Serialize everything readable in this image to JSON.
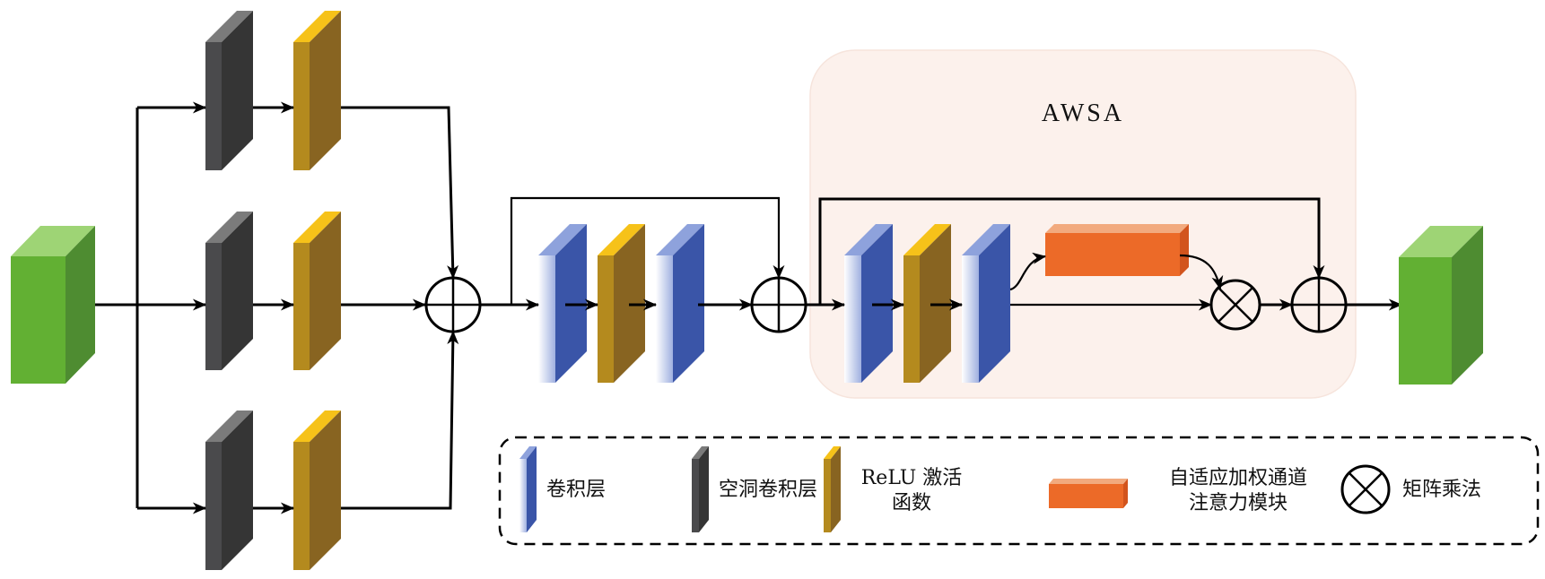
{
  "diagram": {
    "title": "AWSA",
    "colors": {
      "input_cube": "#62b033",
      "dilated_conv": "#3a3a3a",
      "relu": "#b48a1e",
      "conv": "#3a55a8",
      "attention": "#ec6a28",
      "awsa_background": "#fcf1ec"
    },
    "nodes": {
      "input": "input-feature-map",
      "branches": [
        "dilated-conv + relu (top)",
        "dilated-conv + relu (middle)",
        "dilated-conv + relu (bottom)"
      ],
      "sum1": "element-wise-sum",
      "residual_block": [
        "conv",
        "relu",
        "conv"
      ],
      "sum2": "element-wise-sum",
      "awsa_block": [
        "conv",
        "relu",
        "conv",
        "adaptive-weighted-channel-attention",
        "matrix-multiplication",
        "element-wise-sum"
      ],
      "output": "output-feature-map"
    }
  },
  "legend": {
    "items": [
      {
        "icon": "conv-layer-icon",
        "label": "卷积层"
      },
      {
        "icon": "dilated-conv-layer-icon",
        "label": "空洞卷积层"
      },
      {
        "icon": "relu-icon",
        "label_line1": "ReLU 激活",
        "label_line2": "函数"
      },
      {
        "icon": "attention-module-icon",
        "label_line1": "自适应加权通道",
        "label_line2": "注意力模块"
      },
      {
        "icon": "matrix-multiplication-icon",
        "label": "矩阵乘法"
      }
    ]
  }
}
